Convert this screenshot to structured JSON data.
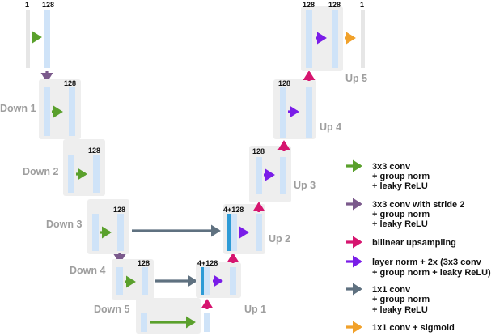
{
  "colors": {
    "background": "#ffffff",
    "block_bg": "#eeeeee",
    "channel_bar": "#cfe3f8",
    "io_bar": "#e6e6e6",
    "concat_bar": "#2e9bd6",
    "label_gray": "#9e9e9e",
    "conv": "#5aa02c",
    "strided_conv": "#7b5a8c",
    "upsample": "#d6156f",
    "layernorm": "#7a1de8",
    "conv1x1": "#5f7180",
    "sigmoid": "#f1a12a"
  },
  "stages": {
    "down1": "Down 1",
    "down2": "Down 2",
    "down3": "Down 3",
    "down4": "Down 4",
    "down5": "Down 5",
    "up1": "Up 1",
    "up2": "Up 2",
    "up3": "Up 3",
    "up4": "Up 4",
    "up5": "Up 5"
  },
  "channels": {
    "input": "1",
    "enc1": "128",
    "down1": "128",
    "down2": "128",
    "down3": "128",
    "down4": "128",
    "up1": "4+128",
    "up2": "4+128",
    "up3": "128",
    "up4": "128",
    "up5": "128",
    "dec_out": "128",
    "output": "1"
  },
  "legend": [
    {
      "icon": "conv-arrow-icon",
      "color": "#5aa02c",
      "lines": [
        "3x3 conv",
        "+ group norm",
        "+ leaky ReLU"
      ]
    },
    {
      "icon": "strided-conv-arrow-icon",
      "color": "#7b5a8c",
      "lines": [
        "3x3 conv with stride 2",
        "+ group norm",
        "+ leaky ReLU"
      ]
    },
    {
      "icon": "upsample-arrow-icon",
      "color": "#d6156f",
      "lines": [
        "bilinear upsampling"
      ]
    },
    {
      "icon": "layernorm-arrow-icon",
      "color": "#7a1de8",
      "lines": [
        "layer norm + 2x (3x3 conv",
        "+ group norm + leaky ReLU)"
      ]
    },
    {
      "icon": "conv1x1-arrow-icon",
      "color": "#5f7180",
      "lines": [
        "1x1 conv",
        "+ group norm",
        "+ leaky ReLU"
      ]
    },
    {
      "icon": "sigmoid-arrow-icon",
      "color": "#f1a12a",
      "lines": [
        "1x1 conv + sigmoid"
      ]
    }
  ]
}
